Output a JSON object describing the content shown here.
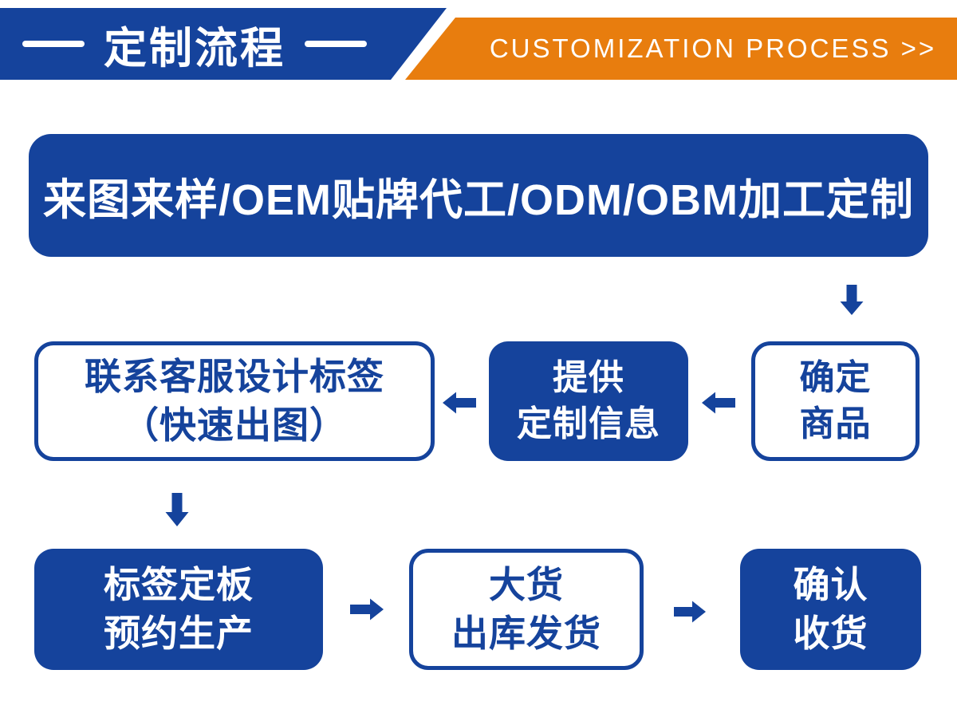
{
  "colors": {
    "blue": "#15439C",
    "orange": "#E87D0E"
  },
  "header": {
    "title": "定制流程",
    "subtitle": "CUSTOMIZATION PROCESS >>"
  },
  "banner": {
    "text": "来图来样/OEM贴牌代工/ODM/OBM加工定制"
  },
  "flow": {
    "steps": [
      {
        "name": "confirm-product",
        "line1": "确定",
        "line2": "商品"
      },
      {
        "name": "provide-custom-info",
        "line1": "提供",
        "line2": "定制信息"
      },
      {
        "name": "contact-service-design-label",
        "line1": "联系客服设计标签",
        "line2": "（快速出图）"
      },
      {
        "name": "label-plate-schedule-production",
        "line1": "标签定板",
        "line2": "预约生产"
      },
      {
        "name": "bulk-warehouse-shipping",
        "line1": "大货",
        "line2": "出库发货"
      },
      {
        "name": "confirm-receipt",
        "line1": "确认",
        "line2": "收货"
      }
    ]
  }
}
